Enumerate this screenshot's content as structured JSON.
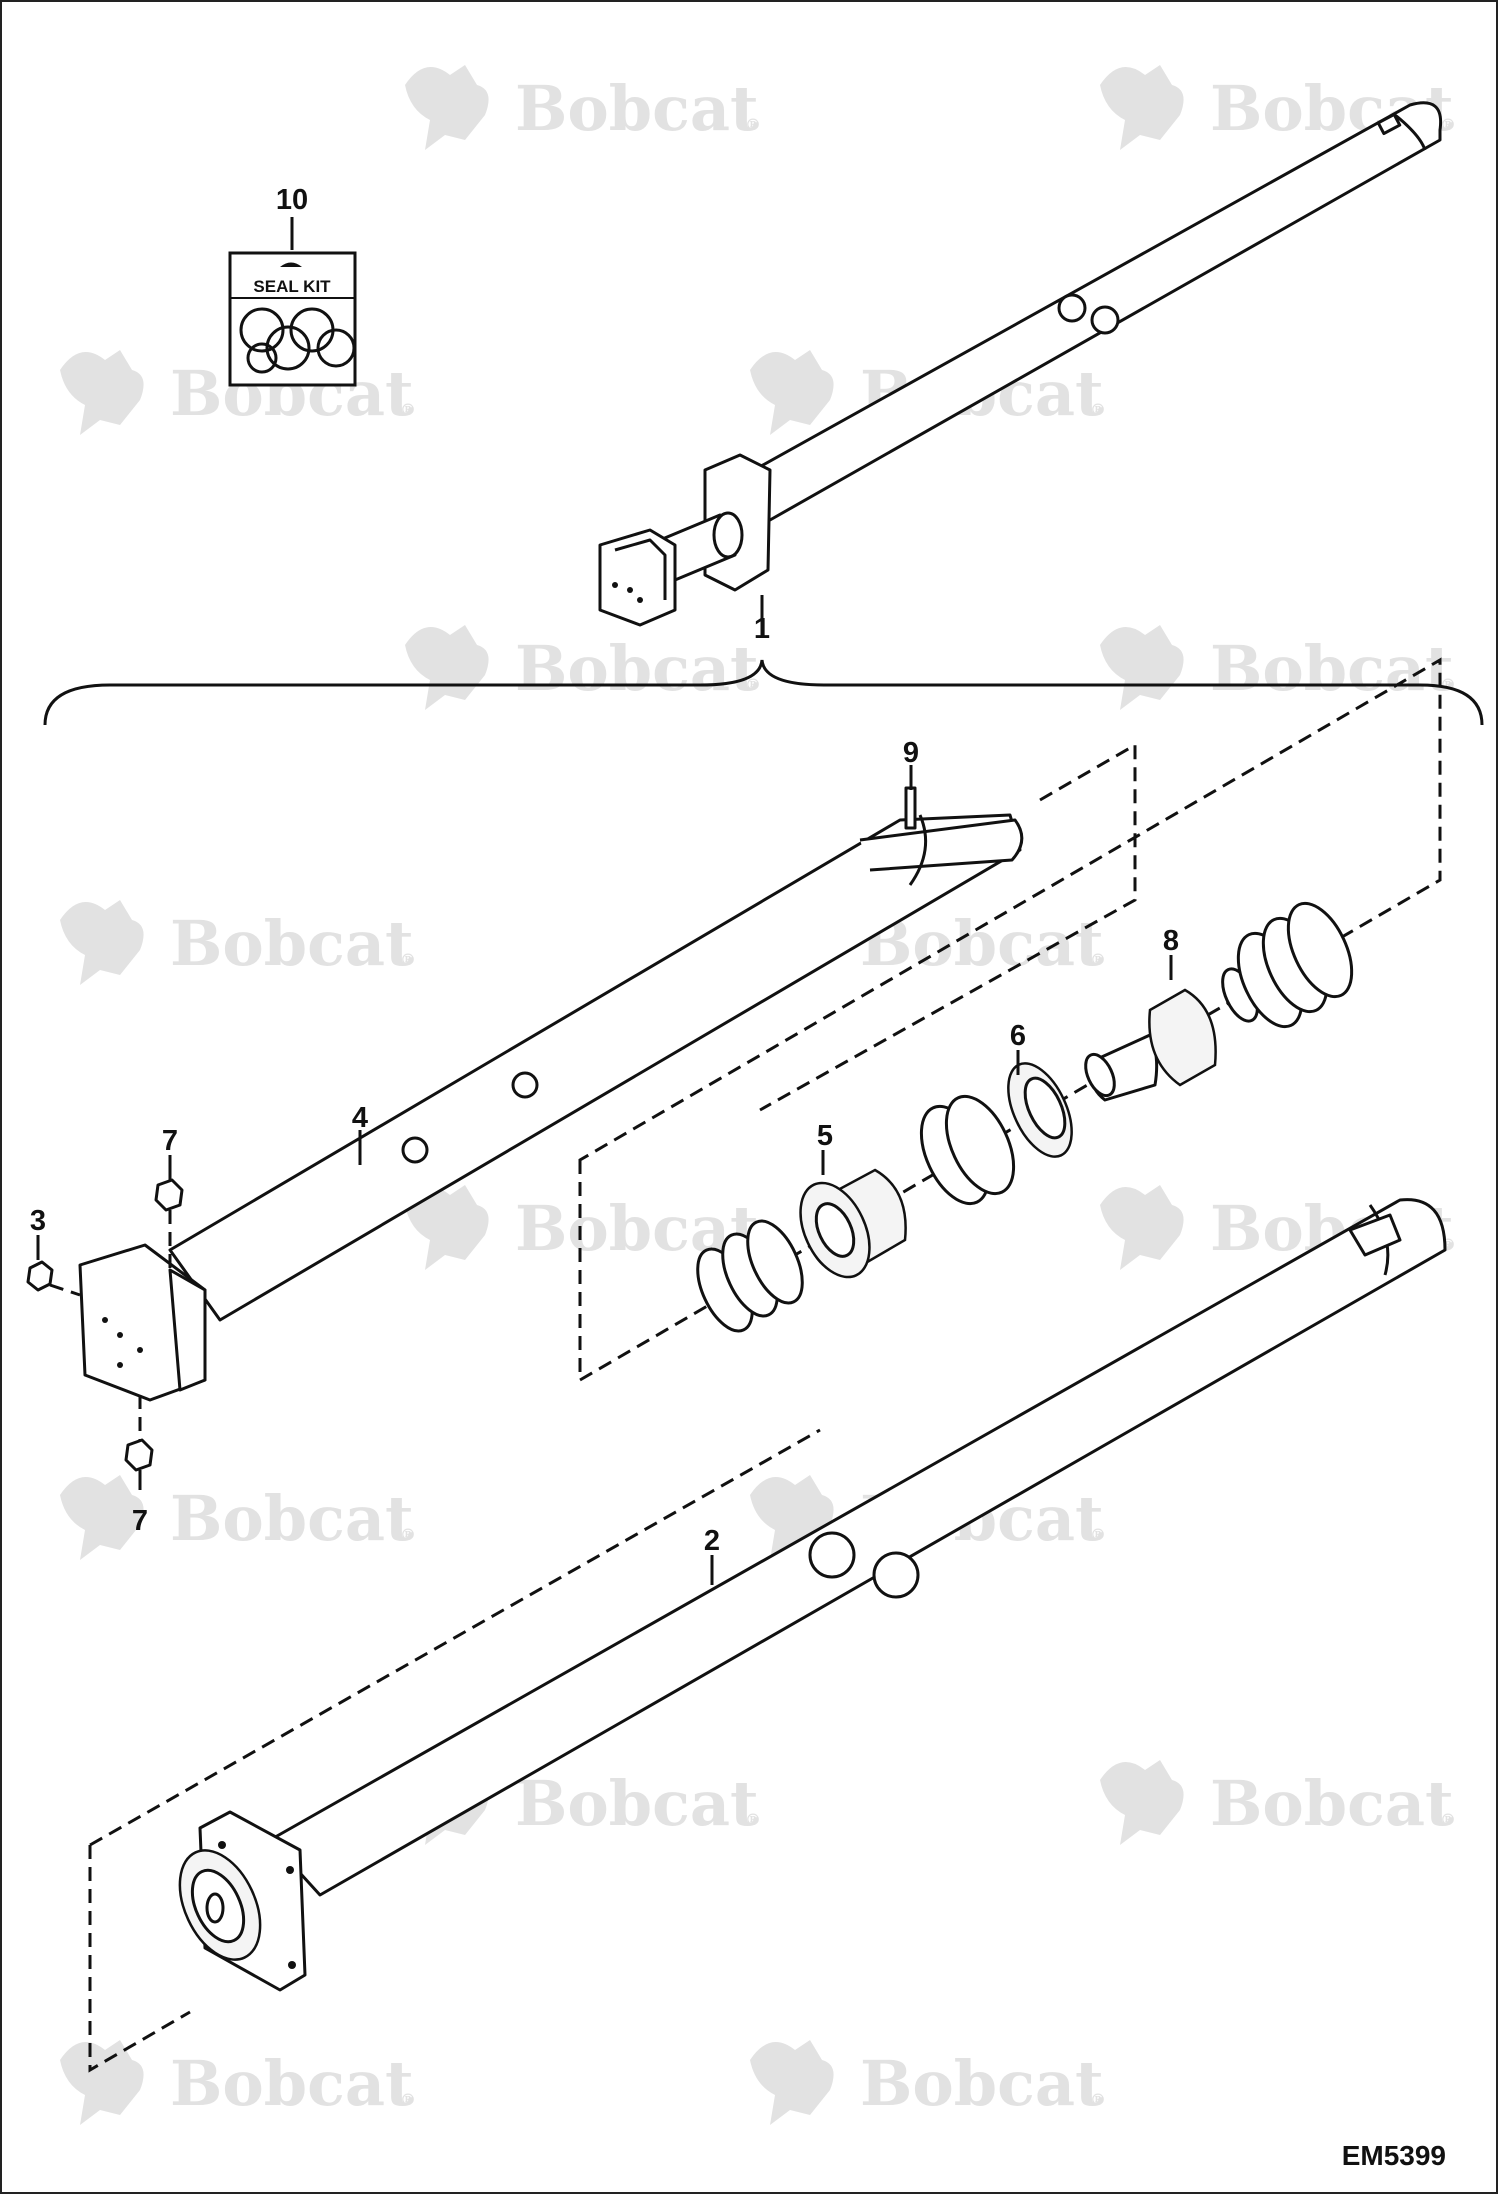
{
  "watermark": {
    "text": "Bobcat",
    "registered": "®"
  },
  "seal_kit": {
    "callout": "10",
    "label": "SEAL KIT"
  },
  "callouts": {
    "c1": "1",
    "c2": "2",
    "c3": "3",
    "c4": "4",
    "c5": "5",
    "c6": "6",
    "c7a": "7",
    "c7b": "7",
    "c8": "8",
    "c9": "9"
  },
  "document_number": "EM5399"
}
